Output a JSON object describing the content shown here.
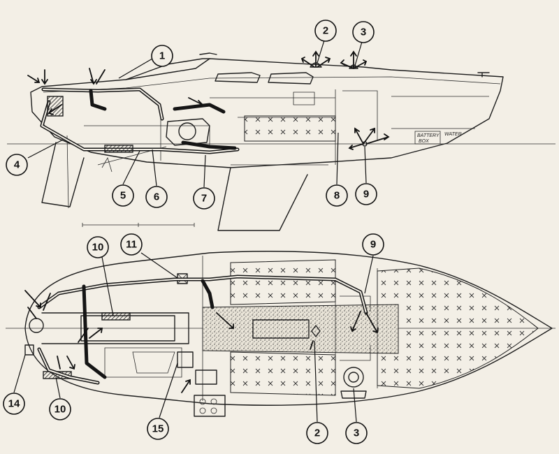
{
  "callouts": [
    {
      "id": "c1",
      "label": "1"
    },
    {
      "id": "c2",
      "label": "2"
    },
    {
      "id": "c3",
      "label": "3"
    },
    {
      "id": "c4",
      "label": "4"
    },
    {
      "id": "c5",
      "label": "5"
    },
    {
      "id": "c6",
      "label": "6"
    },
    {
      "id": "c7",
      "label": "7"
    },
    {
      "id": "c8",
      "label": "8"
    },
    {
      "id": "c9a",
      "label": "9"
    },
    {
      "id": "c10a",
      "label": "10"
    },
    {
      "id": "c11",
      "label": "11"
    },
    {
      "id": "c9b",
      "label": "9"
    },
    {
      "id": "c14",
      "label": "14"
    },
    {
      "id": "c10b",
      "label": "10"
    },
    {
      "id": "c15",
      "label": "15"
    },
    {
      "id": "c2b",
      "label": "2"
    },
    {
      "id": "c3b",
      "label": "3"
    }
  ],
  "tank_labels": {
    "battery_line1": "BATTERY",
    "battery_line2": "BOX",
    "water": "WATER"
  },
  "colors": {
    "ink": "#1d1d1d",
    "paper": "#f3efe6"
  }
}
